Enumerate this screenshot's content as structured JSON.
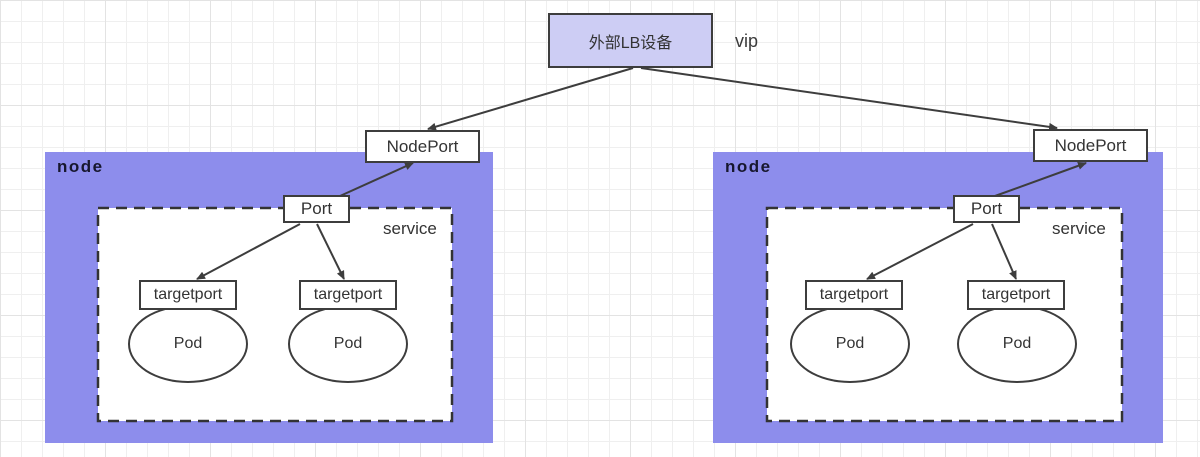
{
  "diagram": {
    "lb_box": {
      "label": "外部LB设备"
    },
    "vip_label": "vip",
    "nodes": [
      {
        "label": "node",
        "nodeport": "NodePort",
        "port": "Port",
        "service": "service",
        "pods": [
          {
            "targetport": "targetport",
            "pod": "Pod"
          },
          {
            "targetport": "targetport",
            "pod": "Pod"
          }
        ]
      },
      {
        "label": "node",
        "nodeport": "NodePort",
        "port": "Port",
        "service": "service",
        "pods": [
          {
            "targetport": "targetport",
            "pod": "Pod"
          },
          {
            "targetport": "targetport",
            "pod": "Pod"
          }
        ]
      }
    ],
    "colors": {
      "node_fill": "#8d8dec",
      "lb_fill": "#cdcdf4",
      "border": "#3d3d3d",
      "line": "#3d3d3d",
      "grid_minor": "#efefef",
      "grid_major": "#e3e3e3",
      "text": "#333333"
    }
  }
}
